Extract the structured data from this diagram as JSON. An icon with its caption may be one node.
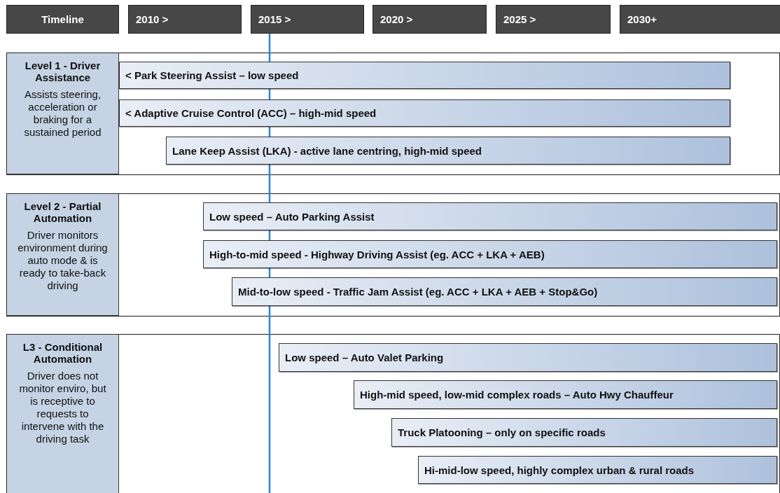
{
  "diagram": {
    "nodes": [
      {
        "text": [
          "Timeline"
        ]
      },
      {
        "text": [
          "2010 >"
        ]
      },
      {
        "text": [
          "2015 >"
        ]
      },
      {
        "text": [
          "2020 >"
        ]
      },
      {
        "text": [
          "2025 >"
        ]
      },
      {
        "text": [
          "2030+"
        ]
      },
      {
        "text": [
          "Level 1 - Driver Assistance",
          "Assists steering, acceleration or braking for a sustained period"
        ]
      },
      {
        "text": [
          "< Park Steering Assist – low speed"
        ]
      },
      {
        "text": [
          "< Adaptive Cruise Control (ACC) – high-mid speed"
        ]
      },
      {
        "text": [
          "Lane Keep Assist (LKA) - active lane centring, high-mid speed"
        ]
      },
      {
        "text": [
          "Level 2 - Partial Automation",
          "Driver monitors environment during auto mode & is ready to take-back driving"
        ]
      },
      {
        "text": [
          "Low speed – Auto Parking Assist"
        ]
      },
      {
        "text": [
          "High-to-mid speed - Highway Driving Assist (eg. ACC + LKA + AEB)"
        ]
      },
      {
        "text": [
          "Mid-to-low speed - Traffic Jam Assist (eg. ACC + LKA + AEB + Stop&Go)"
        ]
      },
      {
        "text": [
          "L3 - Conditional Automation",
          "Driver does not monitor enviro, but is receptive to requests to intervene with the driving task"
        ]
      },
      {
        "text": [
          "Low speed – Auto Valet Parking"
        ]
      },
      {
        "text": [
          "High-mid speed, low-mid complex roads – Auto Hwy Chauffeur"
        ]
      },
      {
        "text": [
          "Truck Platooning – only on specific roads"
        ]
      },
      {
        "text": [
          "Hi-mid-low speed, highly complex urban & rural roads"
        ]
      }
    ]
  }
}
